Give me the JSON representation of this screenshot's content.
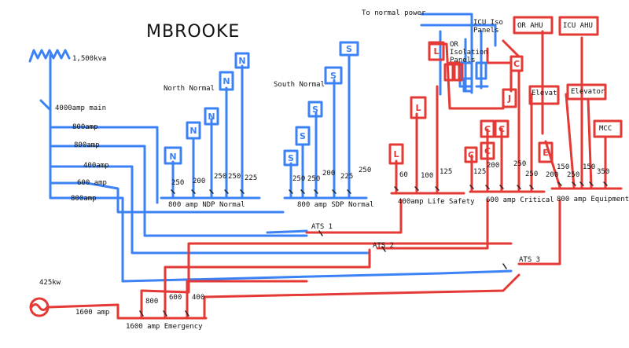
{
  "title": "MBROOKE",
  "colors": {
    "normal": "#3b82f6",
    "emergency": "#e53935",
    "text": "#111111"
  },
  "utility": {
    "transformer": "1,500kva",
    "main": "4000amp main"
  },
  "utility_feeders": [
    "800amp",
    "800amp",
    "400amp",
    "600 amp",
    "800amp"
  ],
  "generator": {
    "rating": "425kw",
    "feeder": "1600 amp"
  },
  "emergency_bus": {
    "label": "1600 amp Emergency",
    "feeders": [
      "800",
      "600",
      "400"
    ]
  },
  "ats": [
    "ATS 1",
    "ATS 2",
    "ATS 3"
  ],
  "north": {
    "heading": "North Normal",
    "bus": "800 amp NDP Normal",
    "panel_letter": "N",
    "breakers": [
      "250",
      "200",
      "250",
      "250",
      "225"
    ]
  },
  "south": {
    "heading": "South Normal",
    "bus": "800 amp SDP Normal",
    "panel_letter": "S",
    "breakers": [
      "250",
      "250",
      "200",
      "225",
      "250"
    ]
  },
  "life_safety": {
    "bus": "400amp Life Safety",
    "panel_letter": "L",
    "breakers": [
      "60",
      "100",
      "125"
    ]
  },
  "critical": {
    "bus": "600 amp Critical",
    "panel_letter": "C",
    "breakers": [
      "125",
      "200",
      "250",
      "250"
    ]
  },
  "equipment": {
    "bus": "800 amp Equipment",
    "panel_letter": "E",
    "breakers": [
      "200",
      "150",
      "250",
      "150",
      "350"
    ]
  },
  "loads": {
    "to_normal": "To normal power",
    "icu_iso": "ICU Iso Panels",
    "or_iso": "OR Isolation Panels",
    "or_ahu": "OR AHU",
    "icu_ahu": "ICU AHU",
    "elevator_1": "Elevat",
    "elevator_2": "Elevator",
    "mcc": "MCC"
  },
  "j_letter": "J"
}
